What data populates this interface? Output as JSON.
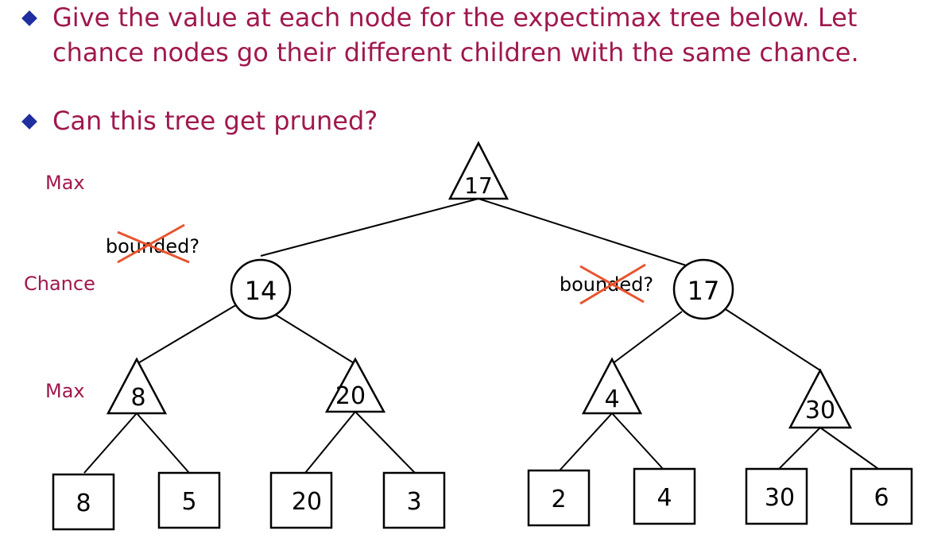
{
  "bullets": [
    {
      "line1": "Give the value at each node for the expectimax tree below. Let",
      "line2": "chance nodes go their different children with the same chance."
    },
    {
      "line1": "Can this tree get pruned?",
      "line2": ""
    }
  ],
  "levels": {
    "max_top": "Max",
    "chance": "Chance",
    "max_mid": "Max"
  },
  "tree": {
    "root": "17",
    "chance_left": "14",
    "chance_right": "17",
    "max_nodes": [
      "8",
      "20",
      "4",
      "30"
    ],
    "leaves": [
      "8",
      "5",
      "20",
      "3",
      "2",
      "4",
      "30",
      "6"
    ],
    "annotation_left": "bounded?",
    "annotation_right": "bounded?"
  },
  "colors": {
    "bullet": "#1f2fa0",
    "text": "#a0184e",
    "cross": "#e8542f"
  }
}
